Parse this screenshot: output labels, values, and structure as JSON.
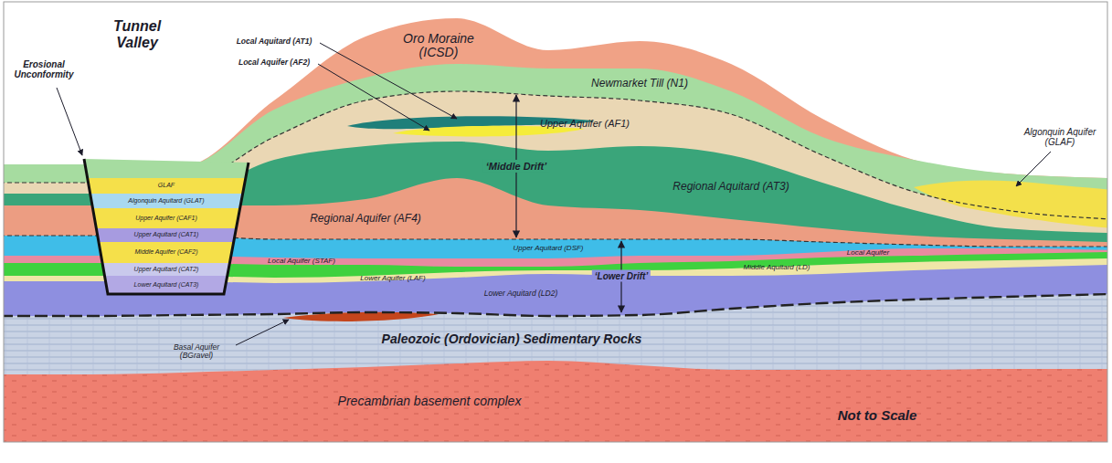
{
  "diagram": {
    "labels": [
      "Tunnel Valley",
      "Erosional Unconformity",
      "Local Aquitard (AT1)",
      "Local Aquifer (AF2)",
      "Oro Moraine (ICSD)",
      "Newmarket Till (N1)",
      "Upper Aquifer (AF1)",
      "‘Middle Drift’",
      "Regional Aquitard (AT3)",
      "Algonquin Aquifer (GLAF)",
      "Regional Aquifer (AF4)",
      "Upper Aquitard (DSF)",
      "Local Aquifer (STAF)",
      "Local Aquifer",
      "‘Lower Drift’",
      "Middle Aquitard (LD)",
      "Lower Aquifer (LAF)",
      "Lower Aquitard (LD2)",
      "Basal Aquifer (BGravel)",
      "Paleozoic (Ordovician) Sedimentary Rocks",
      "Precambrian basement complex",
      "Not to Scale",
      "GLAF",
      "Algonquin Aquitard (GLAT)",
      "Upper Aquifer (CAF1)",
      "Upper Aquitard (CAT1)",
      "Middle Aquifer (CAF2)",
      "Upper Aquitard (CAT2)",
      "Lower Aquitard (CAT3)"
    ]
  }
}
